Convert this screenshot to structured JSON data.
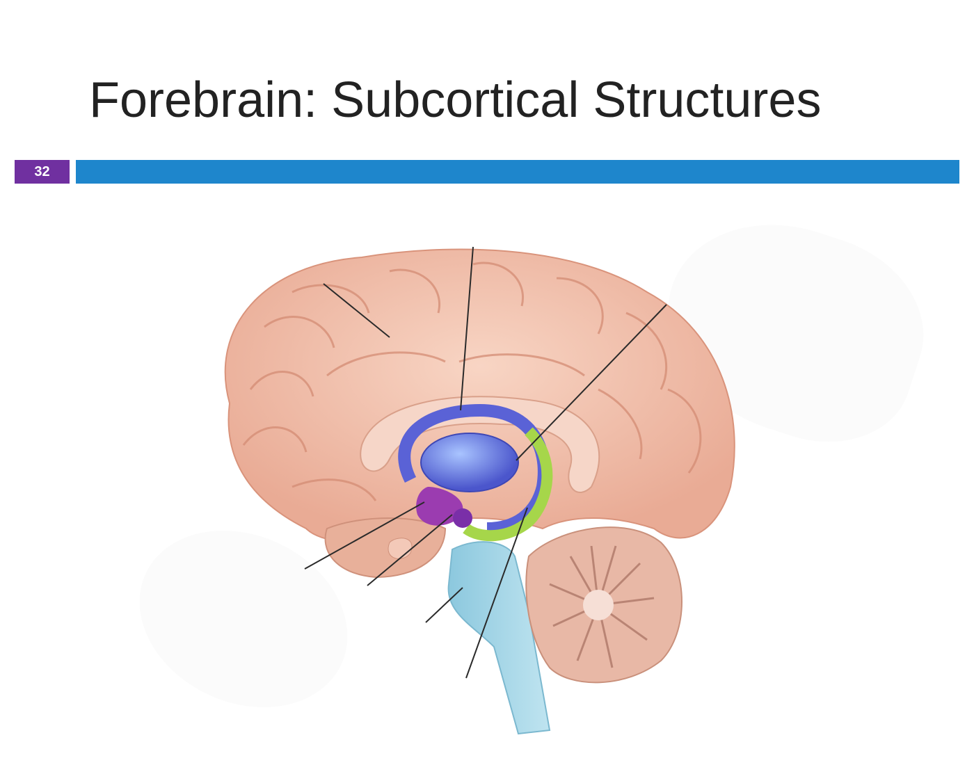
{
  "slide": {
    "title": "Forebrain: Subcortical Structures",
    "number": "32",
    "colors": {
      "number_box": "#7030a0",
      "title_bar": "#1e86cc",
      "title_text": "#222222"
    }
  },
  "figure": {
    "subject": "Midsagittal brain illustration with subcortical structures highlighted",
    "regions": [
      {
        "name": "cerebral-cortex",
        "color": "#f2c2ad"
      },
      {
        "name": "corpus-callosum",
        "color": "#f6d6c8"
      },
      {
        "name": "lateral-ventricle-fornix",
        "color": "#5a62d6"
      },
      {
        "name": "thalamus",
        "color": "#6d7ee8"
      },
      {
        "name": "hypothalamus",
        "color": "#9b3cb0"
      },
      {
        "name": "amygdala",
        "color": "#7a2fa8"
      },
      {
        "name": "hippocampus",
        "color": "#a6d64a"
      },
      {
        "name": "brainstem",
        "color": "#9fd3e6"
      },
      {
        "name": "cerebellum",
        "color": "#e8b8a6"
      }
    ],
    "leader_lines": 8,
    "label_boxes_blank": 2
  }
}
